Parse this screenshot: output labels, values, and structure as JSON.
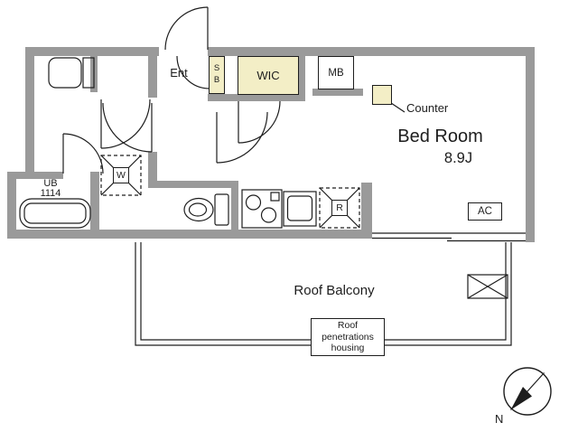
{
  "colors": {
    "wall": "#9a9a9a",
    "highlight": "#f3eec6",
    "ink": "#1d1d1d"
  },
  "labels": {
    "entrance": "Ent",
    "shoe_box": "SB",
    "walk_in_closet": "WIC",
    "meter_box": "MB",
    "counter": "Counter",
    "bedroom_name": "Bed Room",
    "bedroom_size": "8.9J",
    "unit_bath_name": "UB",
    "unit_bath_size": "1114",
    "washing_machine": "W",
    "refrigerator": "R",
    "air_conditioner": "AC",
    "roof_balcony": "Roof Balcony",
    "roof_housing": {
      "line1": "Roof",
      "line2": "penetrations",
      "line3": "housing"
    },
    "compass_north": "N"
  }
}
